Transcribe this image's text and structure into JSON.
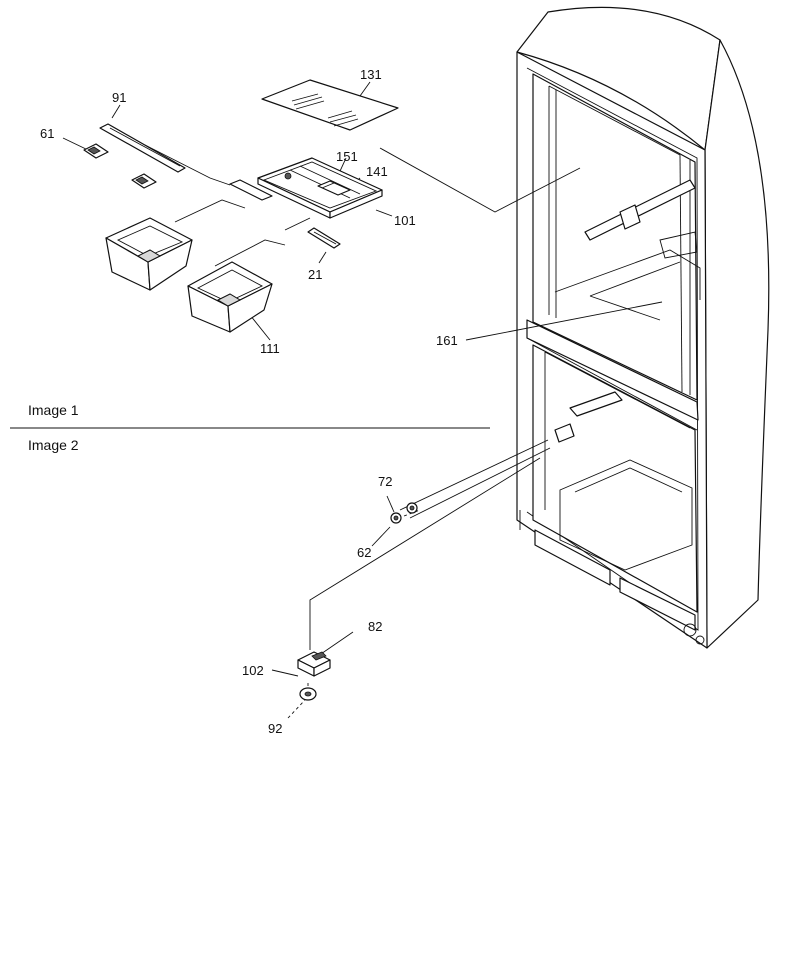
{
  "sections": {
    "image1": "Image 1",
    "image2": "Image 2"
  },
  "callouts": {
    "c131": "131",
    "c91": "91",
    "c61": "61",
    "c151": "151",
    "c141": "141",
    "c101": "101",
    "c21": "21",
    "c111": "111",
    "c161": "161",
    "c72": "72",
    "c62": "62",
    "c82": "82",
    "c102": "102",
    "c92": "92"
  }
}
